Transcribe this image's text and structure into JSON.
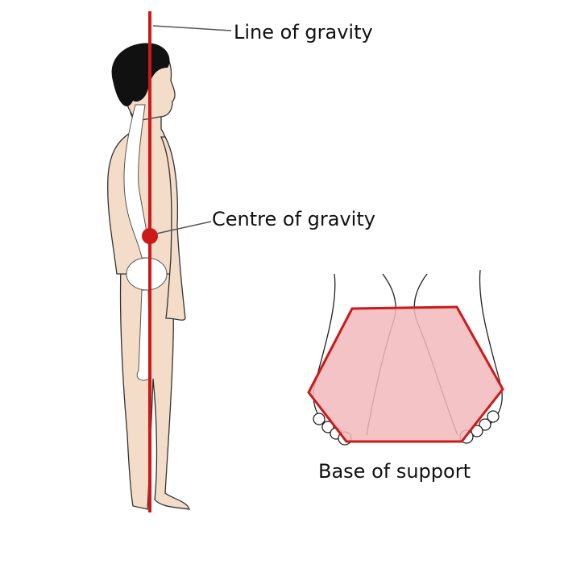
{
  "labels": {
    "line_of_gravity": "Line of gravity",
    "centre_of_gravity": "Centre of gravity",
    "base_of_support": "Base of support"
  },
  "colors": {
    "gravity_red": "#cc1a1a",
    "skin": "#f3dcc8",
    "base_fill": "#f2b9bc",
    "hair": "#111111"
  }
}
